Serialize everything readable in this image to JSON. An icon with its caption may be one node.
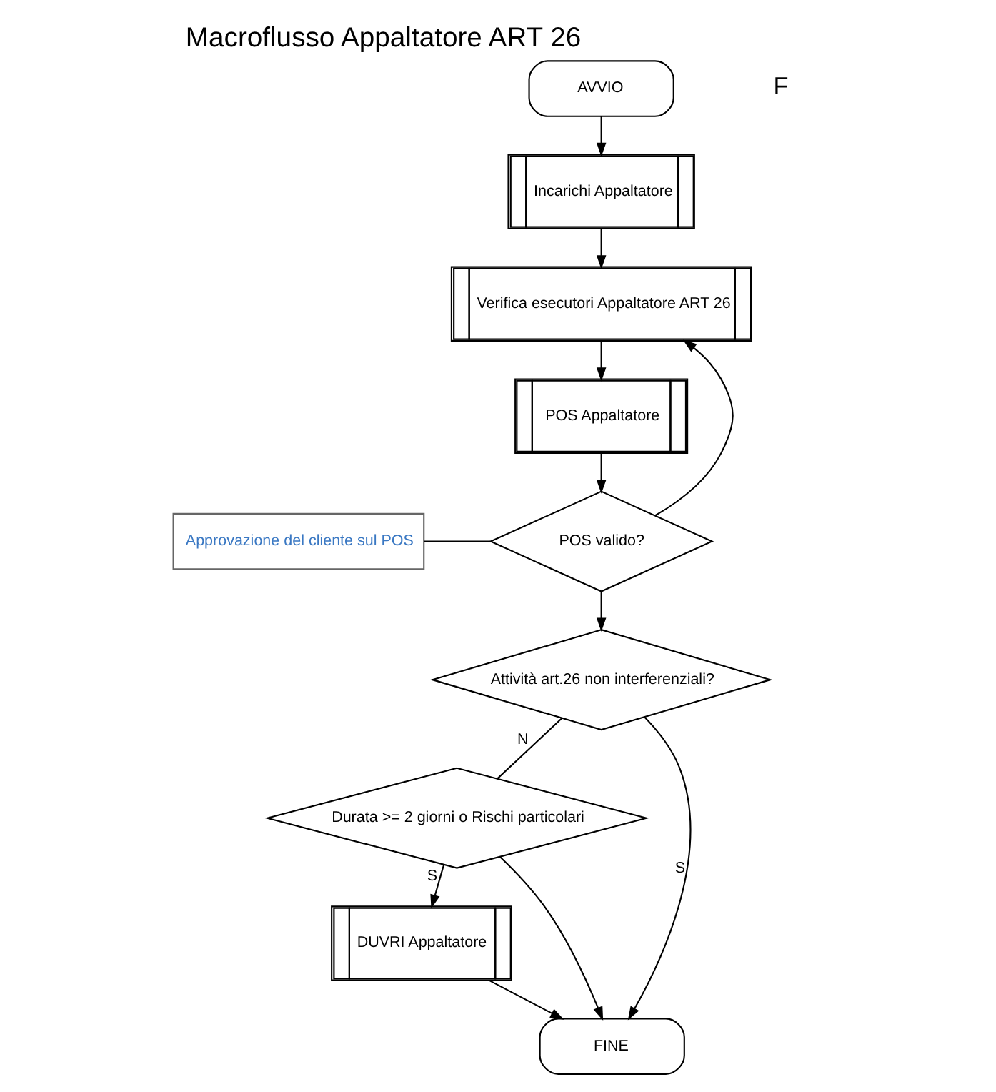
{
  "diagram": {
    "title": "Macroflusso Appaltatore ART 26",
    "nodes": [
      {
        "text": [
          "AVVIO"
        ]
      },
      {
        "text": [
          "Incarichi Appaltatore"
        ]
      },
      {
        "text": [
          "Verifica esecutori Appaltatore ART 26"
        ]
      },
      {
        "text": [
          "POS Appaltatore"
        ]
      },
      {
        "text": [
          "POS valido?"
        ]
      },
      {
        "text": [
          "Attività art.26 non interferenziali?"
        ]
      },
      {
        "text": [
          "Durata >= 2 giorni o Rischi particolari"
        ]
      },
      {
        "text": [
          "DUVRI Appaltatore"
        ]
      },
      {
        "text": [
          "FINE"
        ]
      },
      {
        "text": [
          "Approvazione del cliente sul POS"
        ]
      }
    ],
    "edges": [
      {
        "from": 0,
        "to": 1,
        "arrow": "to"
      },
      {
        "from": 1,
        "to": 2,
        "arrow": "to"
      },
      {
        "from": 2,
        "to": 3,
        "arrow": "to"
      },
      {
        "from": 3,
        "to": 4,
        "arrow": "to"
      },
      {
        "from": 4,
        "to": 2,
        "arrow": "to"
      },
      {
        "from": 4,
        "to": 5,
        "arrow": "to"
      },
      {
        "from": 5,
        "to": 8,
        "arrow": "to",
        "label": "S"
      },
      {
        "from": 5,
        "to": 6,
        "arrow": "none",
        "label": "N"
      },
      {
        "from": 6,
        "to": 7,
        "arrow": "to",
        "label": "S"
      },
      {
        "from": 6,
        "to": 8,
        "arrow": "to"
      },
      {
        "from": 7,
        "to": 8,
        "arrow": "to"
      },
      {
        "from": 9,
        "to": 4,
        "arrow": "none"
      }
    ],
    "labels": [
      "F"
    ]
  }
}
